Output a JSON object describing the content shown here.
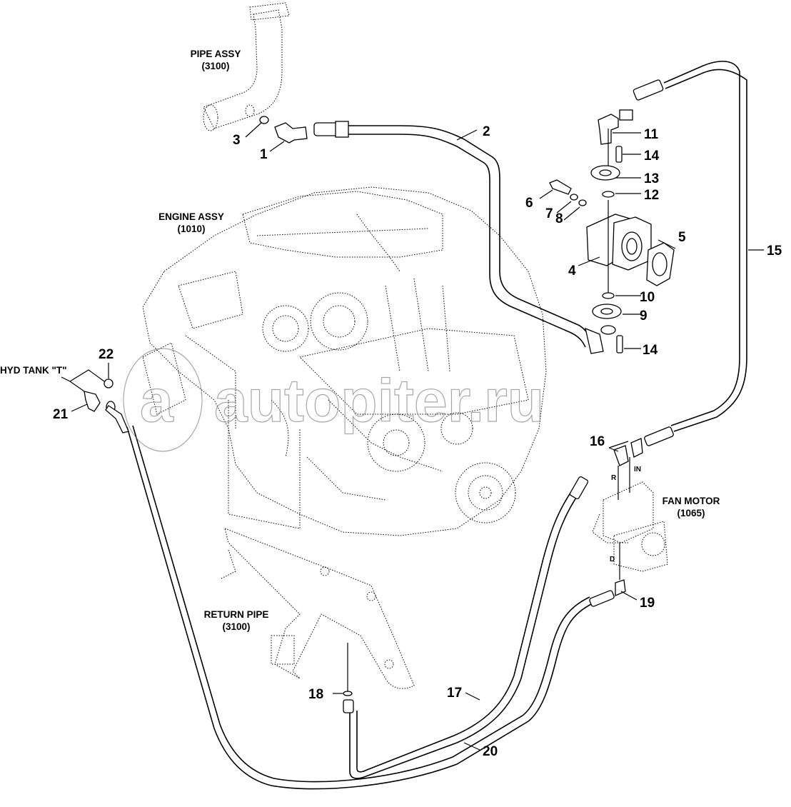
{
  "diagram": {
    "title": "Hydraulic fan drive piping – engine mounted pump",
    "reference_assemblies": [
      {
        "id": "pipe-assy",
        "name": "PIPE ASSY",
        "code": "(3100)"
      },
      {
        "id": "engine-assy",
        "name": "ENGINE ASSY",
        "code": "(1010)"
      },
      {
        "id": "return-pipe",
        "name": "RETURN PIPE",
        "code": "(3100)"
      },
      {
        "id": "fan-motor",
        "name": "FAN MOTOR",
        "code": "(1065)"
      },
      {
        "id": "hyd-tank",
        "name": "HYD TANK \"T\"",
        "code": ""
      }
    ],
    "callouts": [
      "1",
      "2",
      "3",
      "4",
      "5",
      "6",
      "7",
      "8",
      "9",
      "10",
      "11",
      "12",
      "13",
      "14",
      "14",
      "15",
      "16",
      "17",
      "18",
      "19",
      "20",
      "21",
      "22"
    ],
    "port_labels": {
      "return": "R",
      "inlet": "IN",
      "drain": "D"
    },
    "watermark": "autopiter.ru",
    "watermark_logo": "a"
  }
}
